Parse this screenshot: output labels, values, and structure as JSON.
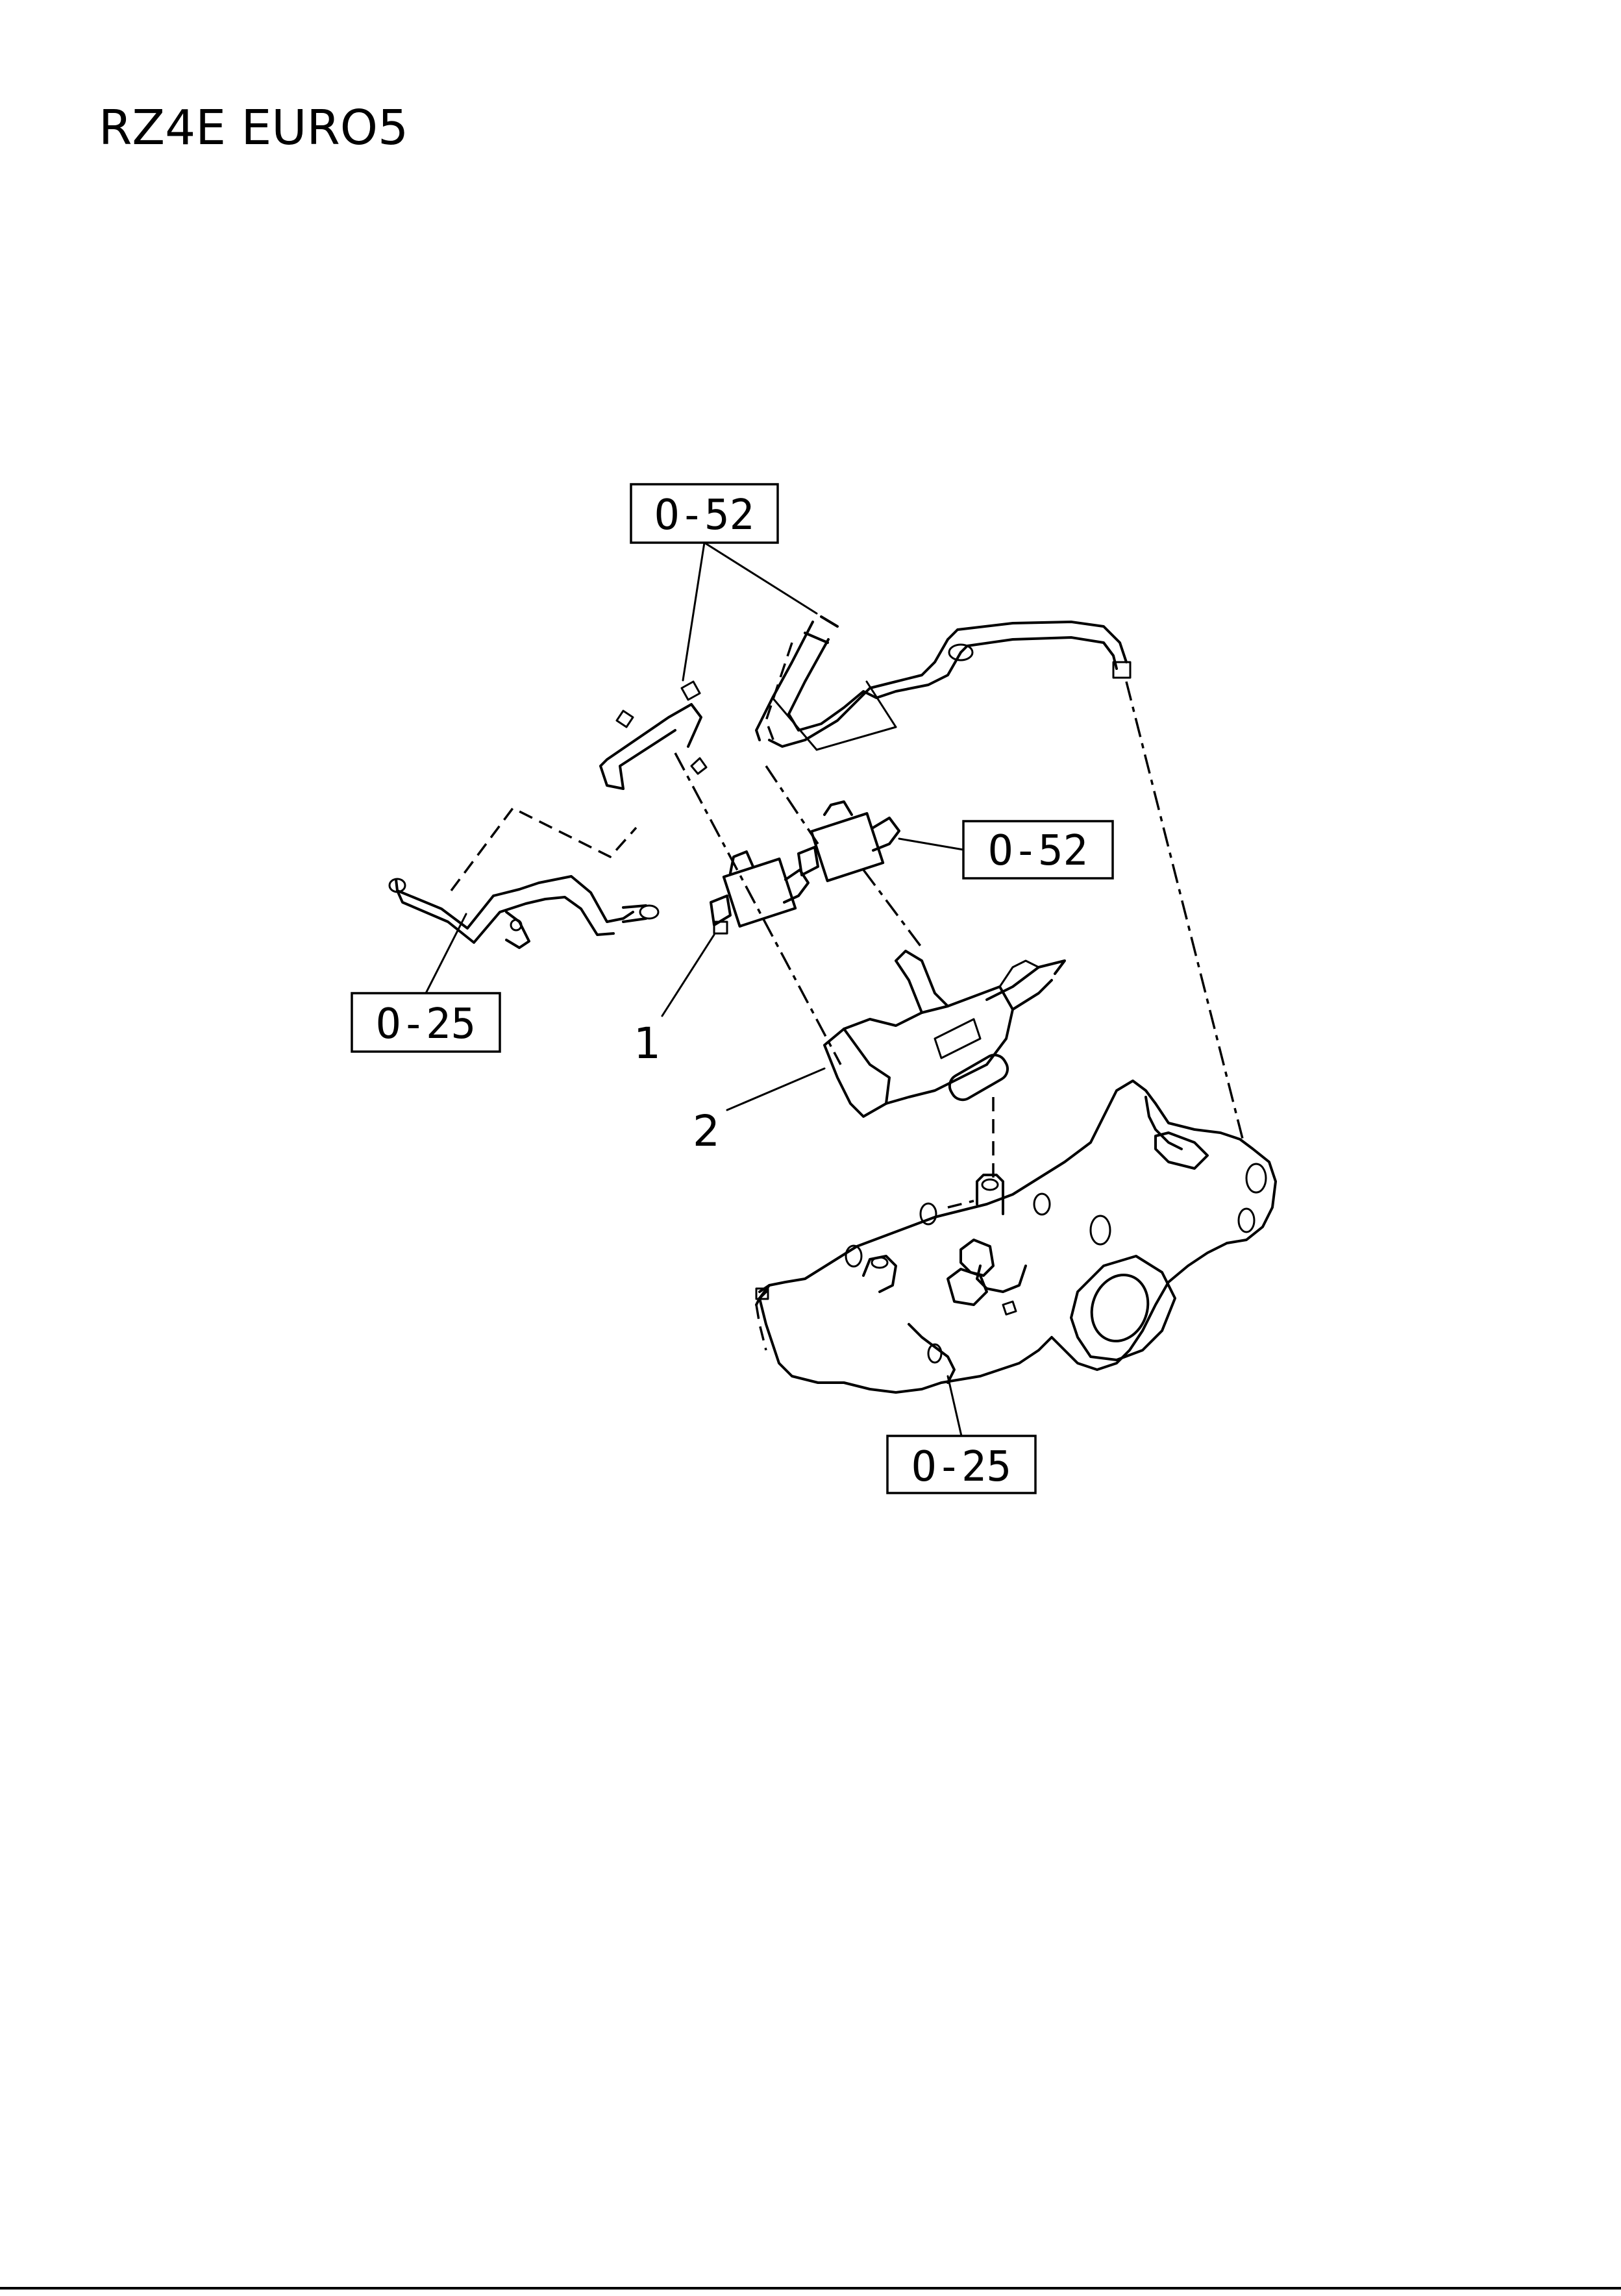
{
  "title": "RZ4E EURO5",
  "refs": {
    "top": "O-52",
    "right": "O-52",
    "left": "O-25",
    "bottom": "O-25"
  },
  "part_numbers": {
    "solenoid": "1",
    "bracket": "2"
  }
}
